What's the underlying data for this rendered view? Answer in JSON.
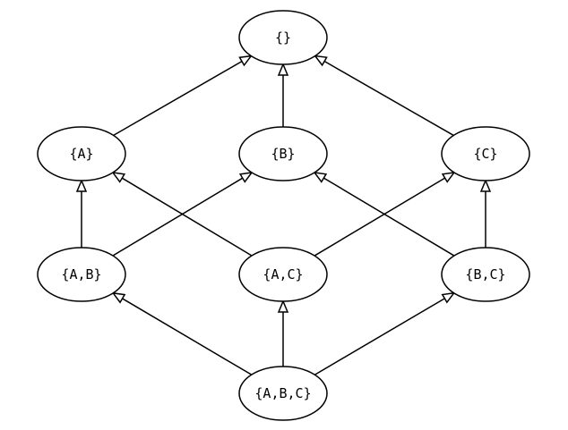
{
  "diagram": {
    "nodes": [
      {
        "id": "empty",
        "label": "{}"
      },
      {
        "id": "A",
        "label": "{A}"
      },
      {
        "id": "B",
        "label": "{B}"
      },
      {
        "id": "C",
        "label": "{C}"
      },
      {
        "id": "AB",
        "label": "{A,B}"
      },
      {
        "id": "AC",
        "label": "{A,C}"
      },
      {
        "id": "BC",
        "label": "{B,C}"
      },
      {
        "id": "ABC",
        "label": "{A,B,C}"
      }
    ],
    "edges": [
      {
        "from": "A",
        "to": "empty"
      },
      {
        "from": "B",
        "to": "empty"
      },
      {
        "from": "C",
        "to": "empty"
      },
      {
        "from": "AB",
        "to": "A"
      },
      {
        "from": "AB",
        "to": "B"
      },
      {
        "from": "AC",
        "to": "A"
      },
      {
        "from": "AC",
        "to": "C"
      },
      {
        "from": "BC",
        "to": "B"
      },
      {
        "from": "BC",
        "to": "C"
      },
      {
        "from": "ABC",
        "to": "AB"
      },
      {
        "from": "ABC",
        "to": "AC"
      },
      {
        "from": "ABC",
        "to": "BC"
      }
    ]
  }
}
